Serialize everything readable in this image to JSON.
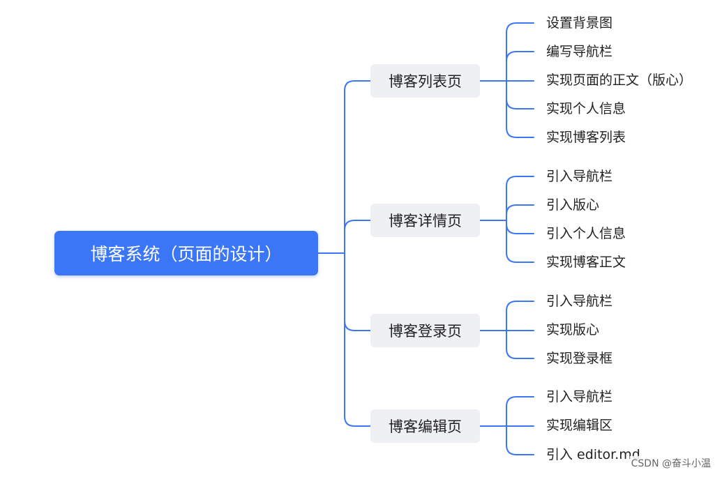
{
  "root": {
    "label": "博客系统（页面的设计）"
  },
  "branches": [
    {
      "label": "博客列表页",
      "children": [
        "设置背景图",
        "编写导航栏",
        "实现页面的正文（版心）",
        "实现个人信息",
        "实现博客列表"
      ]
    },
    {
      "label": "博客详情页",
      "children": [
        "引入导航栏",
        "引入版心",
        "引入个人信息",
        "实现博客正文"
      ]
    },
    {
      "label": "博客登录页",
      "children": [
        "引入导航栏",
        "实现版心",
        "实现登录框"
      ]
    },
    {
      "label": "博客编辑页",
      "children": [
        "引入导航栏",
        "实现编辑区",
        "引入 editor.md"
      ]
    }
  ],
  "watermark": "CSDN @奋斗小温",
  "colors": {
    "accent": "#3b76f6",
    "branch_bg": "#eef0f3",
    "text": "#222222"
  }
}
